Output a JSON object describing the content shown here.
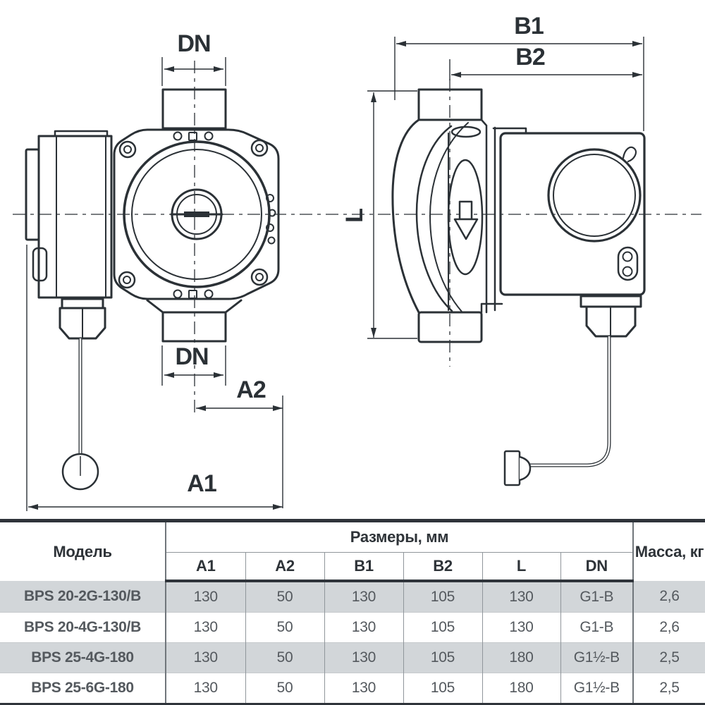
{
  "drawing": {
    "front_view": {
      "dn_top": "DN",
      "dn_bottom": "DN",
      "a1": "A1",
      "a2": "A2"
    },
    "side_view": {
      "b1": "B1",
      "b2": "B2",
      "l": "L"
    },
    "line_color": "#2b3136"
  },
  "table": {
    "col_model": "Модель",
    "col_dims_group": "Размеры, мм",
    "col_mass": "Масса, кг",
    "dim_cols": [
      "A1",
      "A2",
      "B1",
      "B2",
      "L",
      "DN"
    ],
    "rows": [
      {
        "model": "BPS 20-2G-130/B",
        "A1": "130",
        "A2": "50",
        "B1": "130",
        "B2": "105",
        "L": "130",
        "DN": "G1-B",
        "mass": "2,6"
      },
      {
        "model": "BPS 20-4G-130/B",
        "A1": "130",
        "A2": "50",
        "B1": "130",
        "B2": "105",
        "L": "130",
        "DN": "G1-B",
        "mass": "2,6"
      },
      {
        "model": "BPS 25-4G-180",
        "A1": "130",
        "A2": "50",
        "B1": "130",
        "B2": "105",
        "L": "180",
        "DN": "G1½-B",
        "mass": "2,5"
      },
      {
        "model": "BPS 25-6G-180",
        "A1": "130",
        "A2": "50",
        "B1": "130",
        "B2": "105",
        "L": "180",
        "DN": "G1½-B",
        "mass": "2,5"
      }
    ],
    "colors": {
      "row_shade": "#d2d6d9",
      "border_heavy": "#2f343a",
      "border_light": "#90969b"
    }
  }
}
